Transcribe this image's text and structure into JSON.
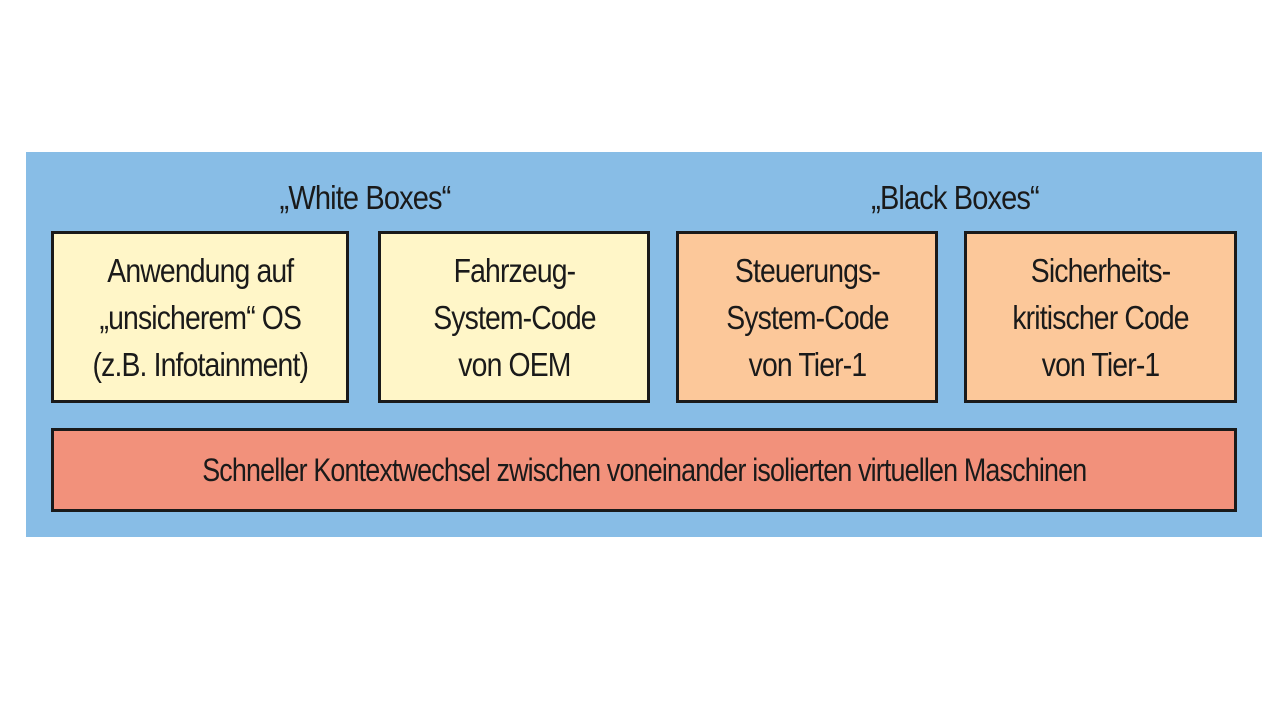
{
  "colors": {
    "panel_background": "#88bde6",
    "white_box_fill": "#fff6c8",
    "black_box_fill": "#fcc89a",
    "bottom_bar_fill": "#f2917b",
    "border": "#1a1a1a"
  },
  "groups": {
    "white": {
      "title": "„White Boxes“"
    },
    "black": {
      "title": "„Black Boxes“"
    }
  },
  "boxes": [
    {
      "lines": [
        "Anwendung auf",
        "„unsicherem“ OS",
        "(z.B. Infotainment)"
      ]
    },
    {
      "lines": [
        "Fahrzeug-",
        "System-Code",
        "von OEM"
      ]
    },
    {
      "lines": [
        "Steuerungs-",
        "System-Code",
        "von Tier-1"
      ]
    },
    {
      "lines": [
        "Sicherheits-",
        "kritischer Code",
        "von Tier-1"
      ]
    }
  ],
  "bottom_bar": {
    "label": "Schneller Kontextwechsel zwischen voneinander isolierten virtuellen Maschinen"
  }
}
